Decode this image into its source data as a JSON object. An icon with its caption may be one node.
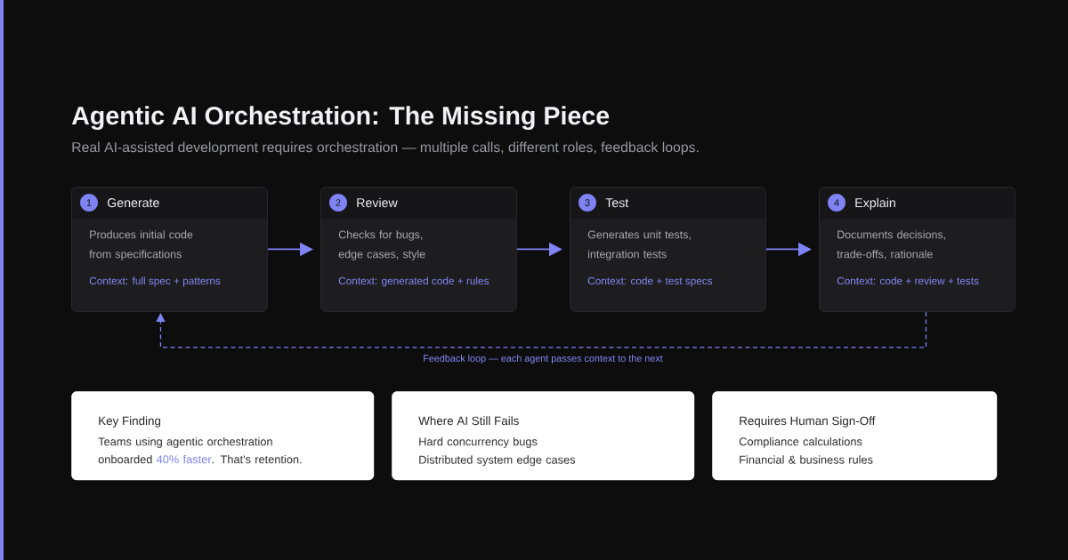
{
  "diagram": {
    "title": "Agentic AI Orchestration: The Missing Piece",
    "nodes": [
      {
        "text": [
          "Generate",
          "Produces initial code from specifications",
          "Context: full spec + patterns"
        ]
      },
      {
        "text": [
          "1"
        ],
        "in": 0
      },
      {
        "text": [
          "Review",
          "Checks for bugs, edge cases, style",
          "Context: generated code + rules"
        ]
      },
      {
        "text": [
          "2"
        ],
        "in": 2
      },
      {
        "text": [
          "Test",
          "Generates unit tests, integration tests",
          "Context: code + test specs"
        ]
      },
      {
        "text": [
          "3"
        ],
        "in": 4
      },
      {
        "text": [
          "Explain",
          "Documents decisions, trade-offs, rationale",
          "Context: code + review + tests"
        ]
      },
      {
        "text": [
          "4"
        ],
        "in": 6
      },
      {
        "text": [
          "Key Finding",
          "Teams using agentic orchestration onboarded **40% faster**. That's retention."
        ]
      },
      {
        "text": [
          "Where AI Still Fails",
          "Hard concurrency bugs",
          "Distributed system edge cases"
        ]
      },
      {
        "text": [
          "Requires Human Sign-Off",
          "Compliance calculations",
          "Financial & business rules"
        ]
      }
    ],
    "edges": [
      {
        "from": 0,
        "to": 2,
        "arrow": "to"
      },
      {
        "from": 2,
        "to": 4,
        "arrow": "to"
      },
      {
        "from": 4,
        "to": 6,
        "arrow": "to"
      },
      {
        "from": 6,
        "to": 0,
        "arrow": "to",
        "style": "dashed",
        "label": "Feedback loop — each agent passes context to the next"
      }
    ],
    "labels": [
      "Real AI-assisted development requires orchestration — multiple calls, different roles, feedback loops."
    ]
  }
}
